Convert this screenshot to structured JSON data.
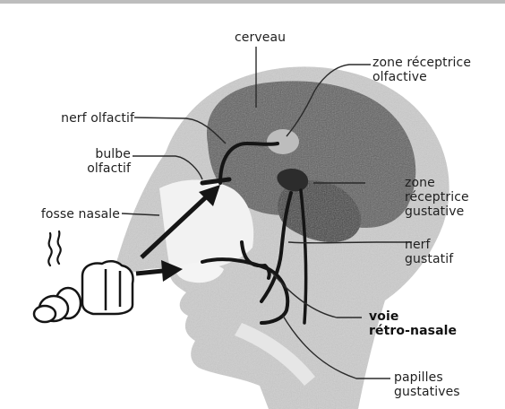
{
  "labels": {
    "cerveau": "cerveau",
    "zone_receptrice_olfactive": "zone réceptrice\nolfactive",
    "nerf_olfactif": "nerf olfactif",
    "bulbe_olfactif": "bulbe\nolfactif",
    "zone_receptrice_gustative": "zone\nréceptrice\ngustative",
    "fosse_nasale": "fosse nasale",
    "nerf_gustatif": "nerf\ngustatif",
    "voie_retro_nasale": "voie\nrétro-nasale",
    "papilles_gustatives": "papilles\ngustatives"
  },
  "colors": {
    "background": "#ffffff",
    "head": "#cdcdcd",
    "brain": "#5e5e5e",
    "nasal_cavity": "#f2f2f2",
    "pathways": "#151515"
  }
}
